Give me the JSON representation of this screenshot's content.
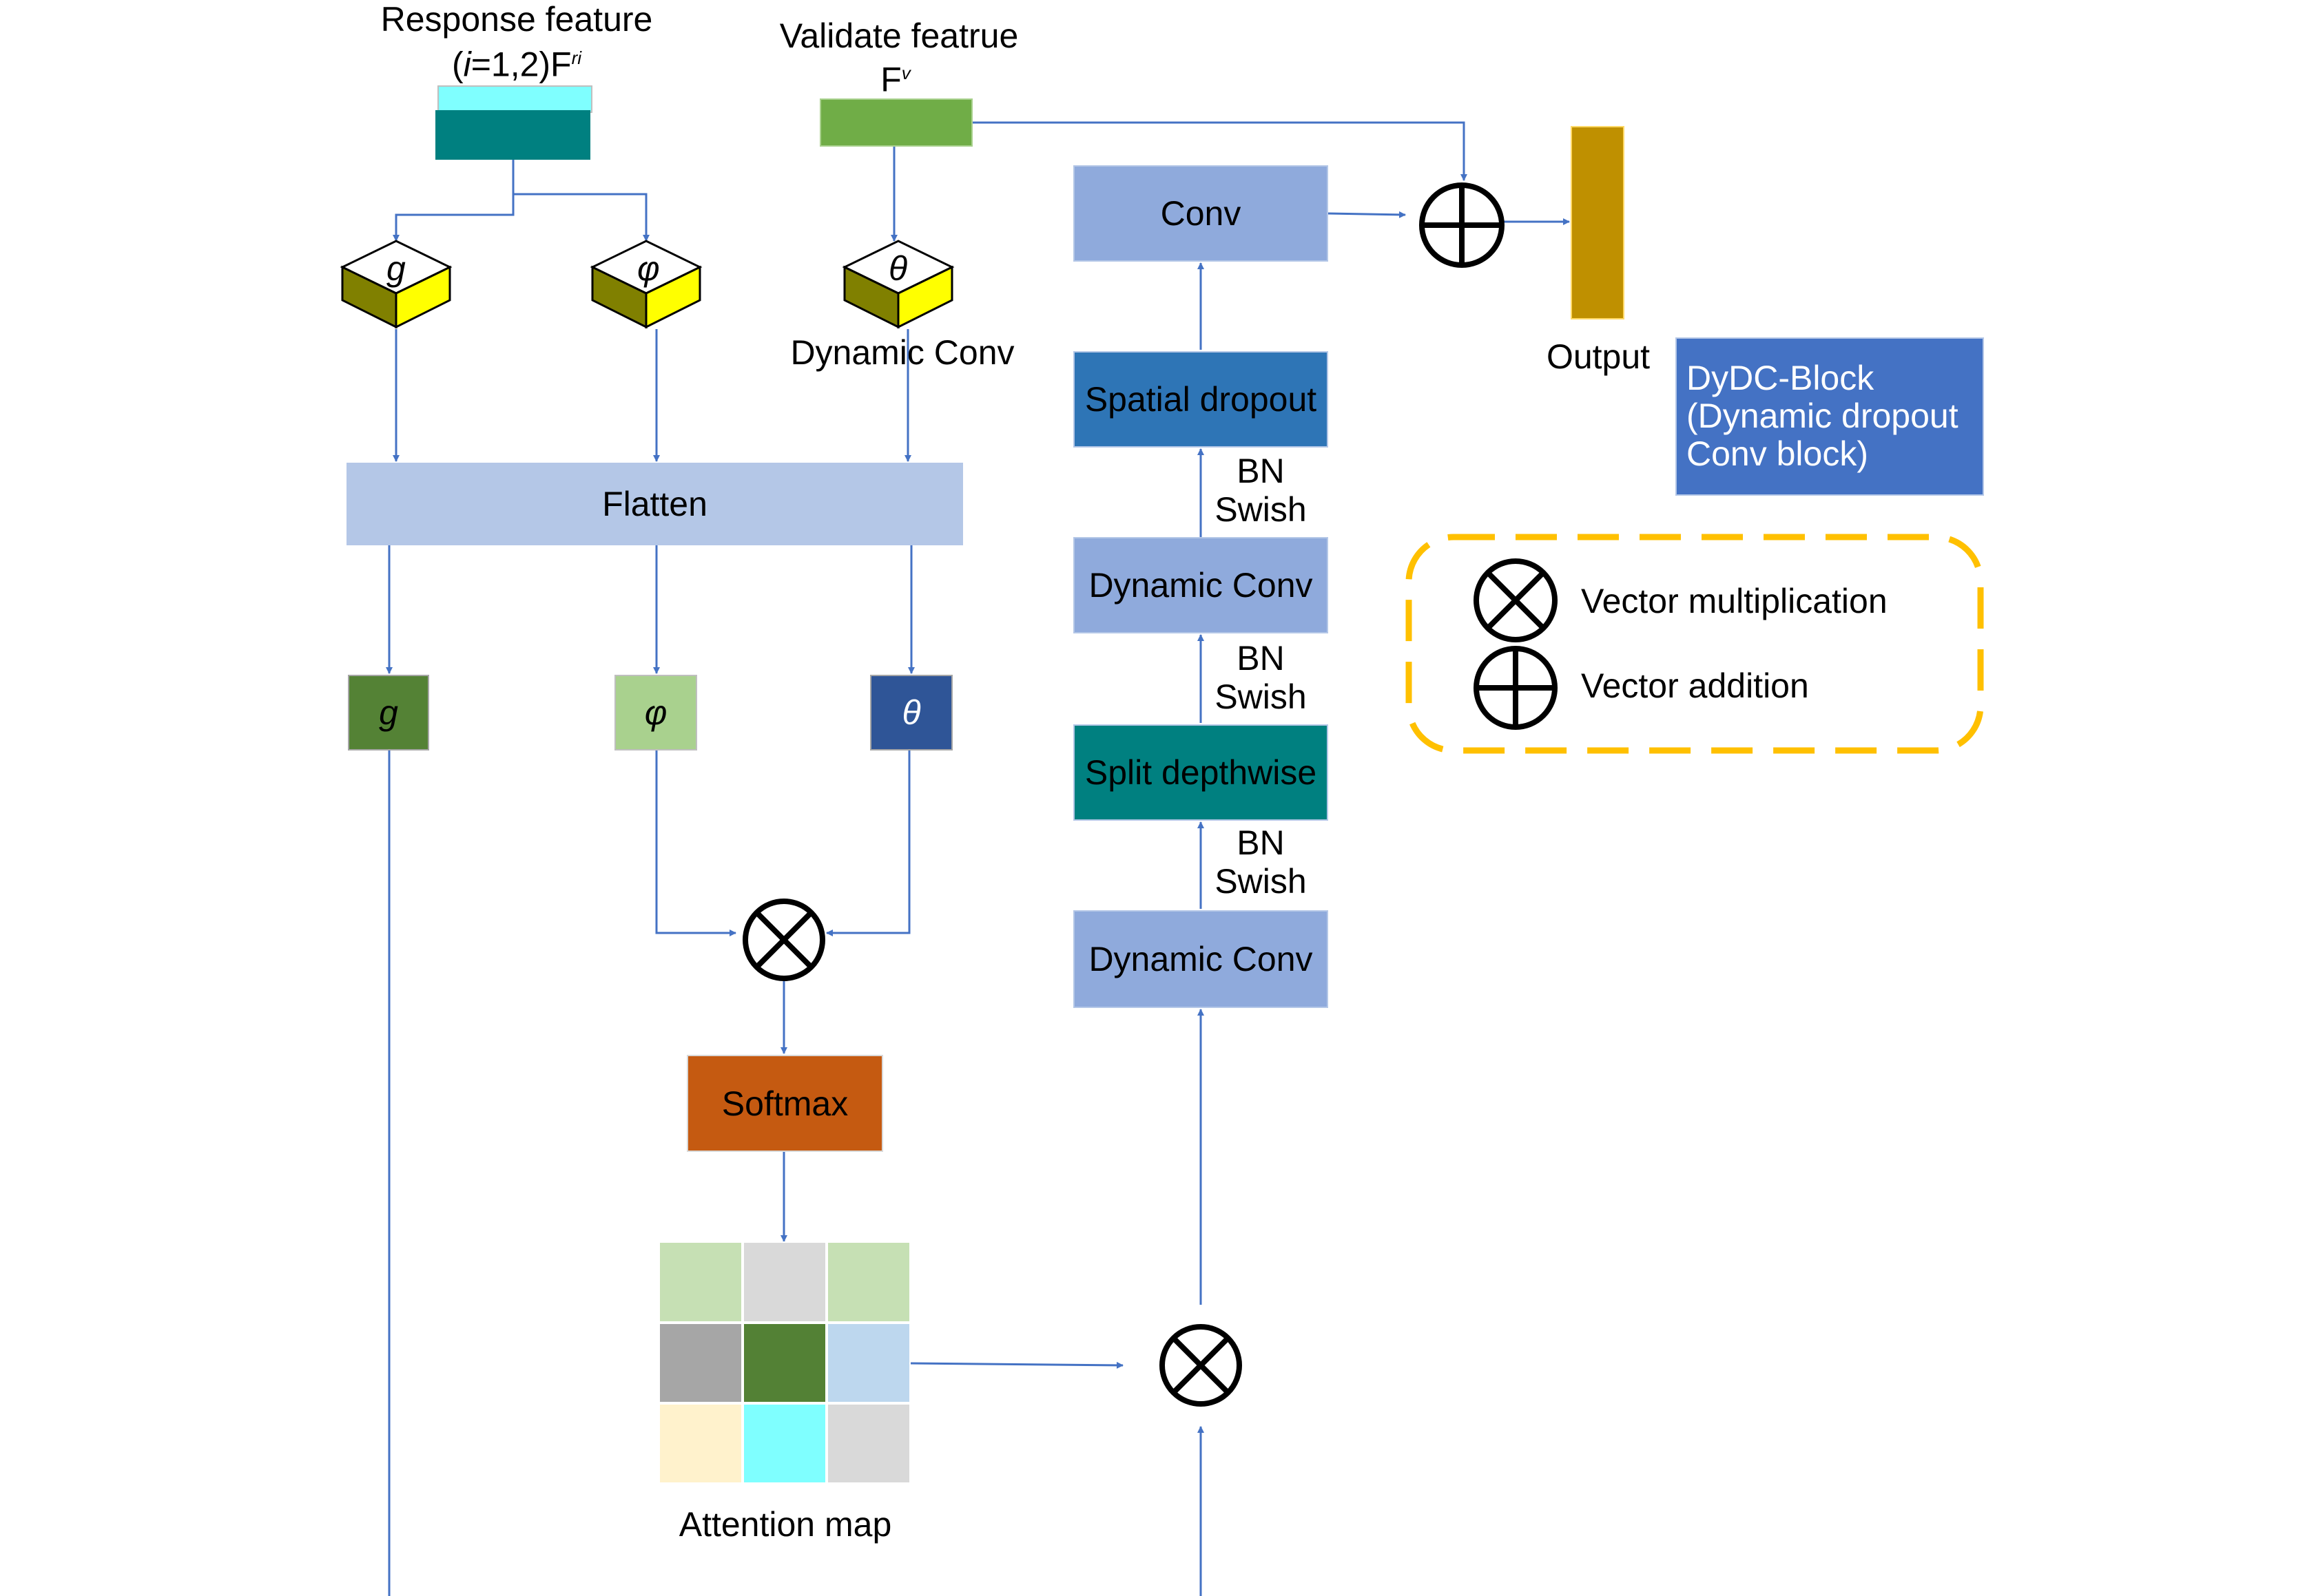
{
  "inputs": {
    "response_title": "Response feature",
    "response_sub_prefix": "(",
    "response_sub_i": "i",
    "response_sub_mid": "=1,2)F",
    "response_sub_sup": "ri",
    "validate_title": "Validate featrue",
    "validate_sub": "F",
    "validate_sub_sup": "v"
  },
  "projections": {
    "g": "g",
    "phi": "φ",
    "theta": "θ",
    "dynamic_conv_label": "Dynamic Conv"
  },
  "flatten": "Flatten",
  "flat_outputs": {
    "g": "g",
    "phi": "φ",
    "theta": "θ"
  },
  "softmax": "Softmax",
  "attention_map": {
    "label": "Attention map",
    "cells": [
      "#c6e0b4",
      "#d9d9d9",
      "#c6e0b4",
      "#a6a6a6",
      "#538135",
      "#bdd7ee",
      "#fff2cc",
      "#7fffff",
      "#d9d9d9"
    ]
  },
  "dydc": {
    "conv": "Conv",
    "spatial_dropout": "Spatial dropout",
    "dynamic_conv_top": "Dynamic Conv",
    "split_depthwise": "Split depthwise",
    "dynamic_conv_bottom": "Dynamic Conv",
    "bn_swish_1_a": "BN",
    "bn_swish_1_b": "Swish",
    "bn_swish_2_a": "BN",
    "bn_swish_2_b": "Swish",
    "bn_swish_3_a": "BN",
    "bn_swish_3_b": "Swish"
  },
  "output": "Output",
  "block_title": {
    "line1": "DyDC-Block",
    "line2": "(Dynamic dropout",
    "line3": "Conv block)"
  },
  "legend": {
    "mult": "Vector multiplication",
    "add": "Vector addition"
  },
  "colors": {
    "wire": "#4472c4",
    "response_top": "#7fffff",
    "response_bottom": "#008080",
    "validate": "#70ad47",
    "flatten": "#b4c7e7",
    "g_box": "#548235",
    "phi_box": "#a9d18e",
    "theta_box": "#2f5597",
    "softmax": "#c55a11",
    "conv_light": "#8faadc",
    "spatial_dropout": "#2e75b6",
    "split_depthwise": "#008080",
    "output": "#bf9000",
    "block_title": "#4472c4",
    "legend_border": "#ffc000",
    "cube_top": "#ffffff",
    "cube_left": "#808000",
    "cube_right": "#ffff00"
  }
}
